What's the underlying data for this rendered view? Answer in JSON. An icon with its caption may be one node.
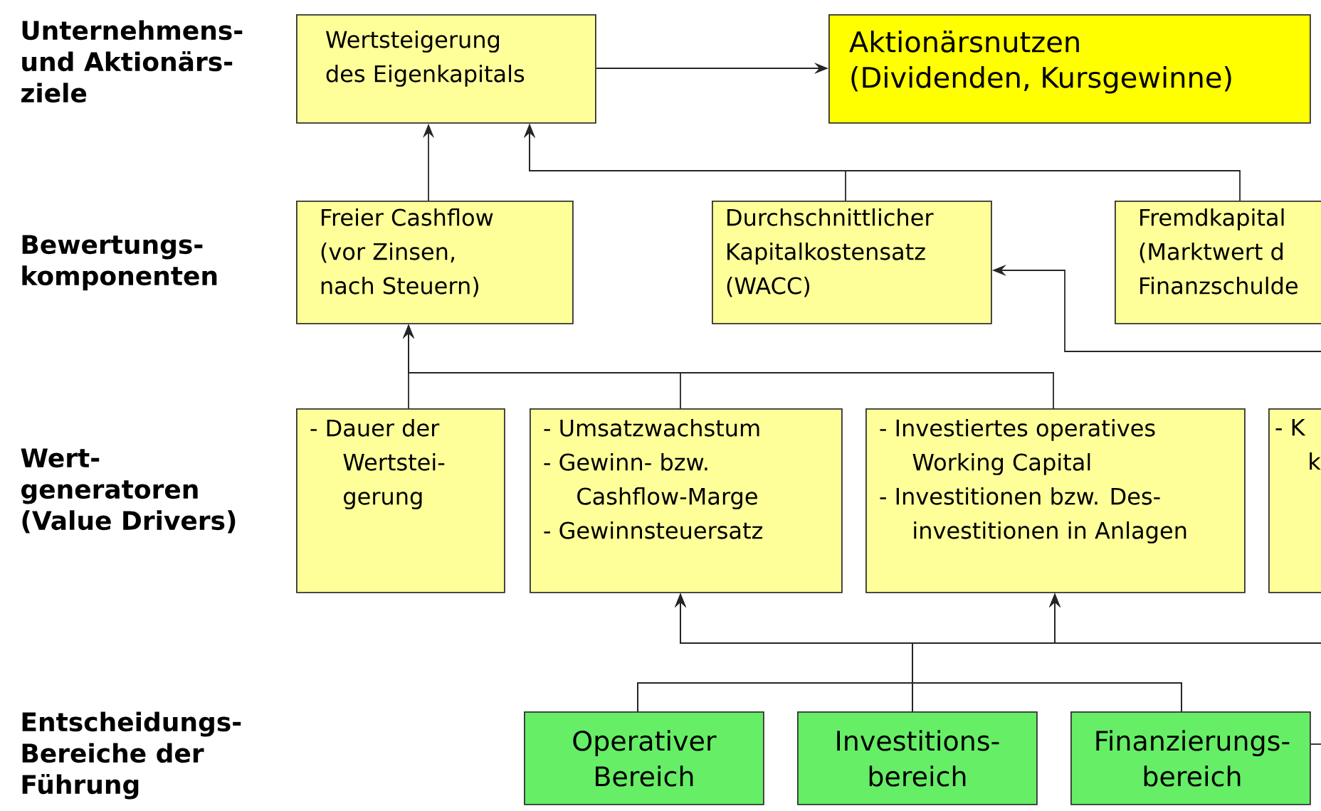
{
  "diagram": {
    "nodes": [
      {
        "text": [
          "Wertsteigerung des Eigenkapitals"
        ]
      },
      {
        "text": [
          "Aktionärsnutzen (Dividenden, Kursgewinne)"
        ]
      },
      {
        "text": [
          "Freier Cashflow (vor Zinsen, nach Steuern)"
        ]
      },
      {
        "text": [
          "Durchschnittlicher Kapitalkostensatz (WACC)"
        ]
      },
      {
        "text": [
          "Fremdkapital (Marktwert d Finanzschulde"
        ]
      },
      {
        "text": [
          "- Dauer der Wertstei-gerung"
        ]
      },
      {
        "text": [
          "- Umsatzwachstum",
          "- Gewinn- bzw. Cashflow-Marge",
          "- Gewinnsteuersatz"
        ]
      },
      {
        "text": [
          "- Investiertes operatives Working Capital",
          "- Investitionen bzw. Des-investitionen in Anlagen"
        ]
      },
      {
        "text": [
          "- K k"
        ]
      },
      {
        "text": [
          "Operativer Bereich"
        ]
      },
      {
        "text": [
          "Investitions- bereich"
        ]
      },
      {
        "text": [
          "Finanzierungs- bereich"
        ]
      }
    ],
    "edges": [
      {
        "from": 0,
        "to": 1,
        "arrow": "to"
      },
      {
        "from": 2,
        "to": 0,
        "arrow": "to"
      },
      {
        "from": 3,
        "to": 0,
        "arrow": "to"
      },
      {
        "from": 4,
        "to": 0,
        "arrow": "to"
      },
      {
        "from": null,
        "to": 3,
        "arrow": "to"
      },
      {
        "from": 5,
        "to": 2,
        "arrow": "to"
      },
      {
        "from": 6,
        "to": 2,
        "arrow": "to"
      },
      {
        "from": 7,
        "to": 2,
        "arrow": "to"
      },
      {
        "from": 9,
        "to": 6,
        "arrow": "to"
      },
      {
        "from": 9,
        "to": 7,
        "arrow": "to"
      },
      {
        "from": 9,
        "to": 8,
        "arrow": "none"
      },
      {
        "from": 10,
        "to": 6,
        "arrow": "to"
      },
      {
        "from": 10,
        "to": 7,
        "arrow": "to"
      },
      {
        "from": 10,
        "to": 8,
        "arrow": "none"
      },
      {
        "from": 11,
        "to": 6,
        "arrow": "to"
      },
      {
        "from": 11,
        "to": 7,
        "arrow": "to"
      },
      {
        "from": 11,
        "to": 8,
        "arrow": "none"
      },
      {
        "from": 11,
        "to": null,
        "arrow": "none"
      }
    ],
    "labels": [
      "Unternehmens- und Aktionärs- ziele",
      "Bewertungs- komponenten",
      "Wert- generatoren (Value Drivers)",
      "Entscheidungs- Bereiche der Führung"
    ]
  }
}
